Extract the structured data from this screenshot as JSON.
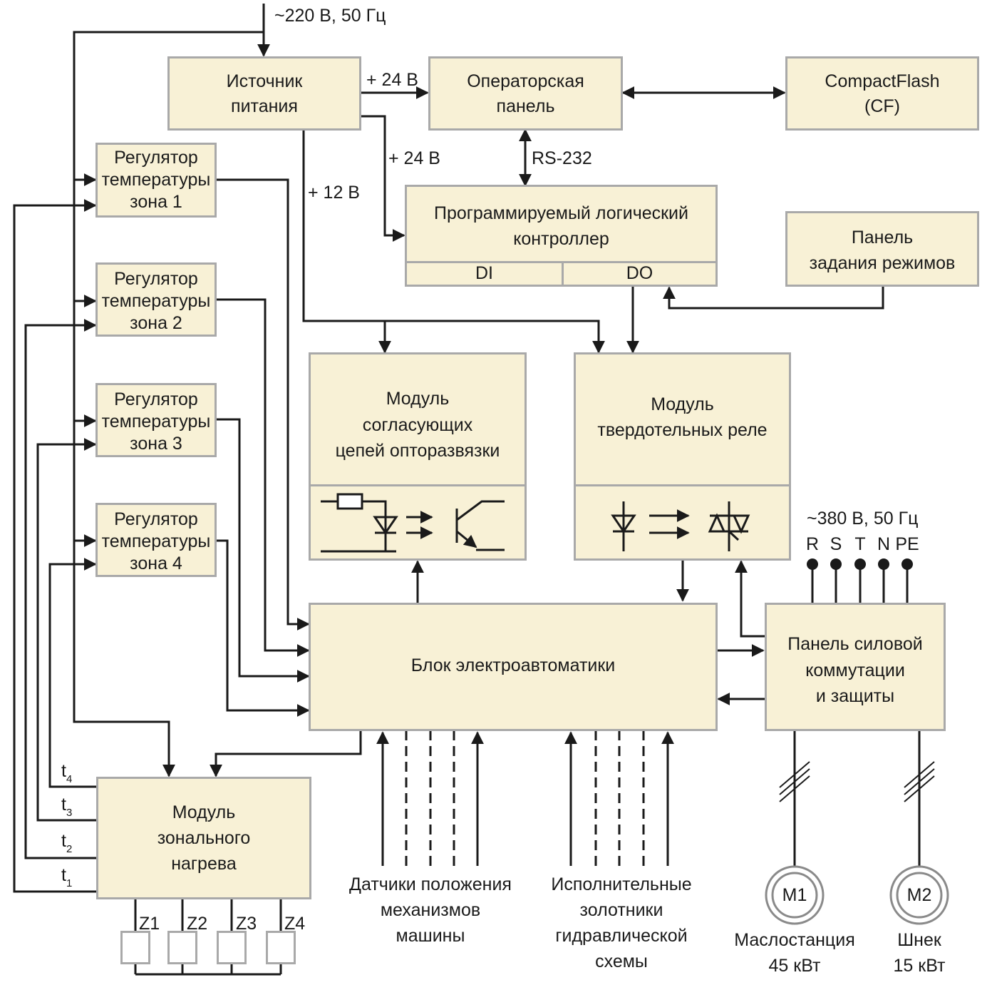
{
  "title": "",
  "supply_in": "~220 В, 50 Гц",
  "supply_380": "~380 В, 50 Гц",
  "phases": [
    "R",
    "S",
    "T",
    "N",
    "PE"
  ],
  "blocks": {
    "psu": [
      "Источник",
      "питания"
    ],
    "operator_panel": [
      "Операторская",
      "панель"
    ],
    "cf": [
      "CompactFlash",
      "(CF)"
    ],
    "plc": [
      "Программируемый логический",
      "контроллер"
    ],
    "plc_di": "DI",
    "plc_do": "DO",
    "mode_panel": [
      "Панель",
      "задания режимов"
    ],
    "opto": [
      "Модуль",
      "согласующих",
      "цепей опторазвязки"
    ],
    "ssr": [
      "Модуль",
      "твердотельных реле"
    ],
    "electro": "Блок электроавтоматики",
    "power_panel": [
      "Панель силовой",
      "коммутации",
      "и защиты"
    ],
    "zone_heat": [
      "Модуль",
      "зонального",
      "нагрева"
    ]
  },
  "regulators": [
    {
      "l1": "Регулятор",
      "l2": "температуры",
      "l3": "зона 1"
    },
    {
      "l1": "Регулятор",
      "l2": "температуры",
      "l3": "зона 2"
    },
    {
      "l1": "Регулятор",
      "l2": "температуры",
      "l3": "зона 3"
    },
    {
      "l1": "Регулятор",
      "l2": "температуры",
      "l3": "зона 4"
    }
  ],
  "wire_labels": {
    "v24_a": "+ 24 В",
    "v24_b": "+ 24 В",
    "v12": "+ 12 В",
    "rs232": "RS-232"
  },
  "t_labels": [
    {
      "t": "t",
      "s": "4"
    },
    {
      "t": "t",
      "s": "3"
    },
    {
      "t": "t",
      "s": "2"
    },
    {
      "t": "t",
      "s": "1"
    }
  ],
  "zones": [
    "Z1",
    "Z2",
    "Z3",
    "Z4"
  ],
  "sensors": [
    "Датчики положения",
    "механизмов",
    "машины"
  ],
  "valves": [
    "Исполнительные",
    "золотники",
    "гидравлической",
    "схемы"
  ],
  "motors": [
    {
      "id": "M1",
      "name": "Маслостанция",
      "power": "45 кВт"
    },
    {
      "id": "M2",
      "name": "Шнек",
      "power": "15 кВт"
    }
  ]
}
